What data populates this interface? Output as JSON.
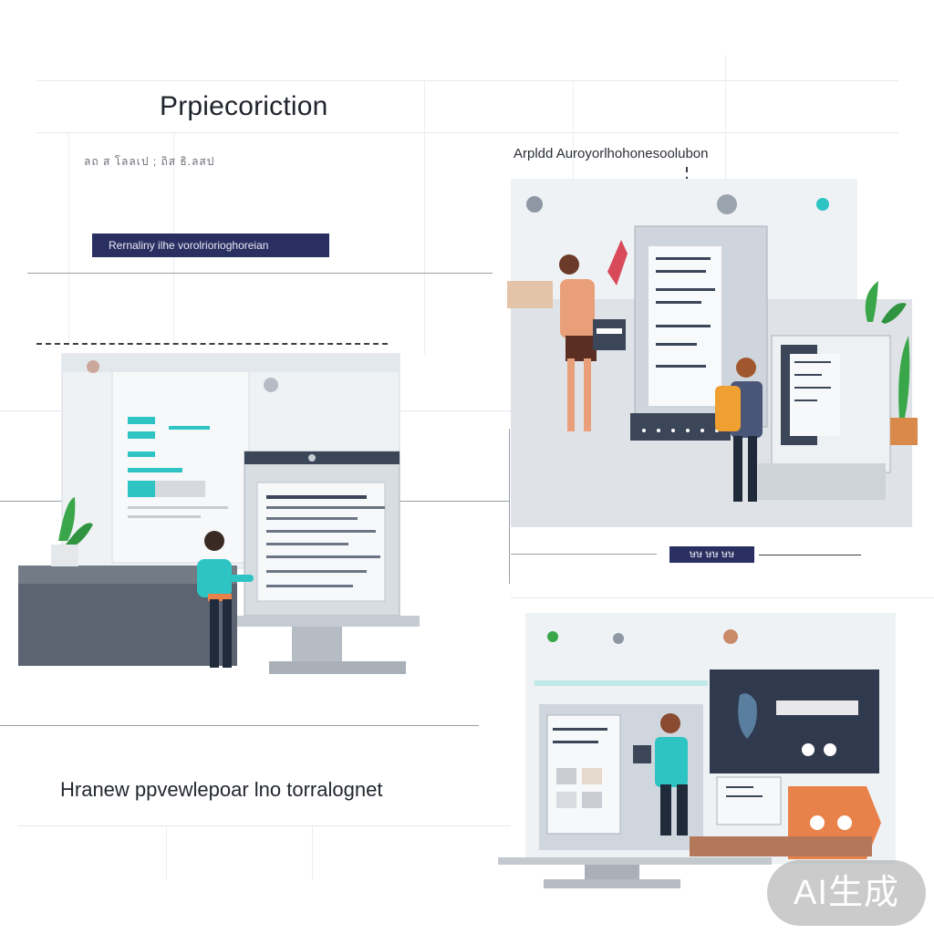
{
  "diagram": {
    "title": "Prpiecoriction",
    "subtitle_left": "ลถ ส โลลเป ; ถิส ธิ.ลสป",
    "subtitle_right": "Arpldd Auroyorlhohonesoolubon",
    "banner_label": "Rernaliny ilhe vorolriorioghoreian",
    "mini_banner_label": "ษษ ษษ ษษ",
    "bottom_caption": "Hranew ppvewlepoar lno torralognet",
    "watermark": "AI生成"
  },
  "colors": {
    "banner": "#2a2f62",
    "accent_teal": "#2ec4c4",
    "dark_screen": "#2f3a4e",
    "orange": "#e8824a",
    "plant": "#3aa64a"
  }
}
